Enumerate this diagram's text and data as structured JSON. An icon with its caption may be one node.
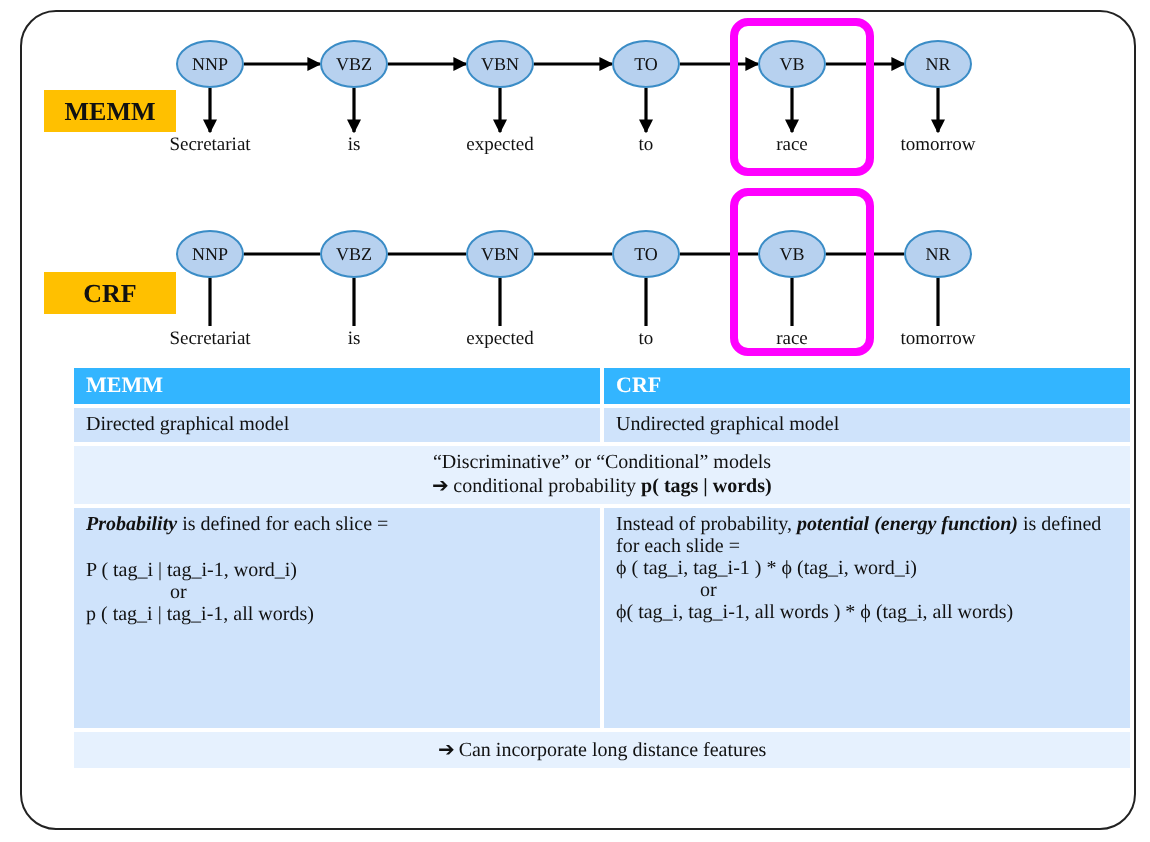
{
  "diagram": {
    "nodes": [
      {
        "text": [
          "MEMM"
        ]
      },
      {
        "text": [
          "NNP"
        ]
      },
      {
        "text": [
          "VBZ"
        ]
      },
      {
        "text": [
          "VBN"
        ]
      },
      {
        "text": [
          "TO"
        ]
      },
      {
        "text": [],
        "shape": "box"
      },
      {
        "text": [
          "VB"
        ],
        "in": 5
      },
      {
        "text": [
          "NR"
        ]
      },
      {
        "text": [
          "Secretariat"
        ]
      },
      {
        "text": [
          "is"
        ]
      },
      {
        "text": [
          "expected"
        ]
      },
      {
        "text": [
          "to"
        ]
      },
      {
        "text": [
          "race"
        ],
        "in": 5
      },
      {
        "text": [
          "tomorrow"
        ]
      },
      {
        "text": [
          "CRF"
        ]
      },
      {
        "text": [
          "NNP"
        ]
      },
      {
        "text": [
          "VBZ"
        ]
      },
      {
        "text": [
          "VBN"
        ]
      },
      {
        "text": [
          "TO"
        ]
      },
      {
        "text": [],
        "shape": "box"
      },
      {
        "text": [
          "VB"
        ],
        "in": 19
      },
      {
        "text": [
          "NR"
        ]
      },
      {
        "text": [
          "Secretariat"
        ]
      },
      {
        "text": [
          "is"
        ]
      },
      {
        "text": [
          "expected"
        ]
      },
      {
        "text": [
          "to"
        ]
      },
      {
        "text": [
          "race"
        ],
        "in": 19
      },
      {
        "text": [
          "tomorrow"
        ]
      }
    ],
    "edges": [
      {
        "from": 1,
        "to": 2,
        "arrow": "to"
      },
      {
        "from": 2,
        "to": 3,
        "arrow": "to"
      },
      {
        "from": 3,
        "to": 4,
        "arrow": "to"
      },
      {
        "from": 4,
        "to": 6,
        "arrow": "to"
      },
      {
        "from": 6,
        "to": 7,
        "arrow": "to"
      },
      {
        "from": 1,
        "to": 8,
        "arrow": "to"
      },
      {
        "from": 2,
        "to": 9,
        "arrow": "to"
      },
      {
        "from": 3,
        "to": 10,
        "arrow": "to"
      },
      {
        "from": 4,
        "to": 11,
        "arrow": "to"
      },
      {
        "from": 6,
        "to": 12,
        "arrow": "to"
      },
      {
        "from": 7,
        "to": 13,
        "arrow": "to"
      },
      {
        "from": 15,
        "to": 16,
        "arrow": "none"
      },
      {
        "from": 16,
        "to": 17,
        "arrow": "none"
      },
      {
        "from": 17,
        "to": 18,
        "arrow": "none"
      },
      {
        "from": 18,
        "to": 20,
        "arrow": "none"
      },
      {
        "from": 20,
        "to": 21,
        "arrow": "none"
      },
      {
        "from": 15,
        "to": 22,
        "arrow": "none"
      },
      {
        "from": 16,
        "to": 23,
        "arrow": "none"
      },
      {
        "from": 17,
        "to": 24,
        "arrow": "none"
      },
      {
        "from": 18,
        "to": 25,
        "arrow": "none"
      },
      {
        "from": 20,
        "to": 26,
        "arrow": "none"
      },
      {
        "from": 21,
        "to": 27,
        "arrow": "none"
      }
    ],
    "labels": [
      "MEMM",
      "CRF",
      "Directed graphical model",
      "Undirected graphical model",
      "“Discriminative” or “Conditional” models",
      "➔ conditional probability **p( tags | words)**",
      "**Probability** is defined for each slice =",
      "P ( tag_i | tag_i-1, word_i)",
      "or",
      "p ( tag_i | tag_i-1, all words)",
      "Instead of probability, **potential (energy function)** is defined for each slide =",
      "ϕ ( tag_i, tag_i-1 ) * ϕ (tag_i, word_i)",
      "or",
      "ϕ( tag_i, tag_i-1, all words ) * ϕ (tag_i, all words)",
      "➔ Can incorporate long distance features"
    ]
  }
}
